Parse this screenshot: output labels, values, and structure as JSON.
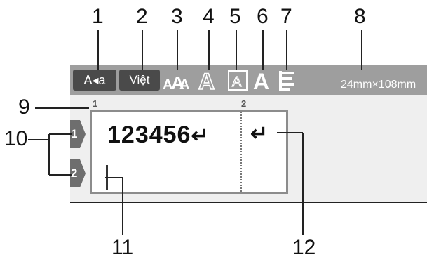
{
  "callouts": [
    "1",
    "2",
    "3",
    "4",
    "5",
    "6",
    "7",
    "8",
    "9",
    "10",
    "11",
    "12"
  ],
  "status_bar": {
    "input_mode": "A◂a",
    "language": "Việt",
    "label_size": "24mm×108mm"
  },
  "ruler": {
    "block_1": "1",
    "block_2": "2"
  },
  "lines": {
    "line_1": "1",
    "line_2": "2"
  },
  "label": {
    "text": "123456",
    "return_mark": "↵"
  },
  "colors": {
    "status_bar": "#9e9e9e",
    "chip": "#4a4a4a",
    "tab": "#6e6e6e",
    "screen": "#efefef"
  }
}
